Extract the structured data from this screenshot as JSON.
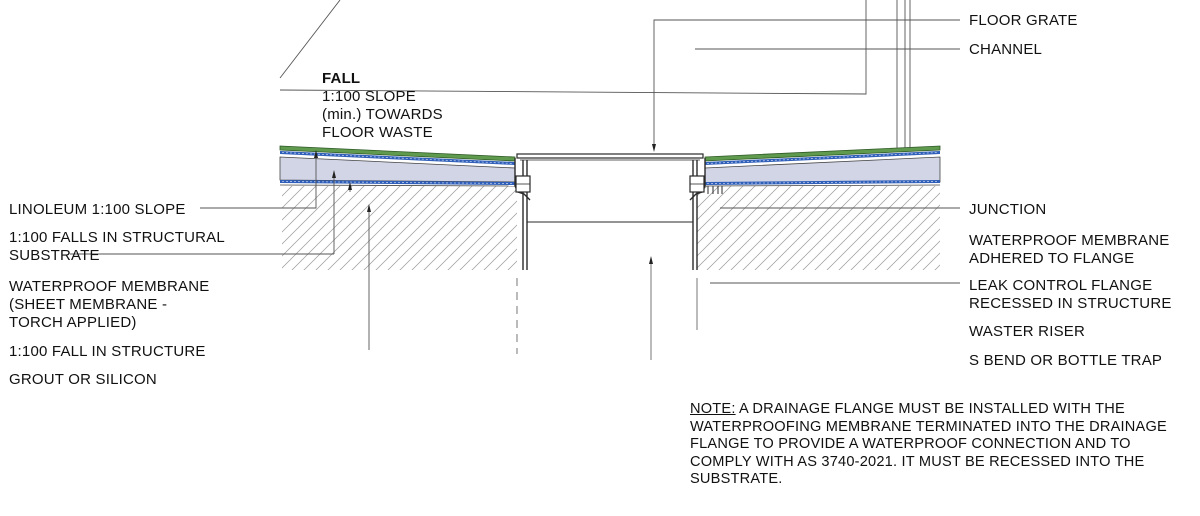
{
  "fall": {
    "title": "FALL",
    "lines": [
      "1:100 SLOPE",
      "(min.) TOWARDS",
      "FLOOR WASTE"
    ]
  },
  "labels_left": {
    "linoleum": "LINOLEUM 1:100 SLOPE",
    "falls_substrate": [
      "1:100 FALLS IN STRUCTURAL",
      "SUBSTRATE"
    ],
    "membrane": [
      "WATERPROOF MEMBRANE",
      "(SHEET MEMBRANE -",
      "TORCH APPLIED)"
    ],
    "fall_structure": "1:100 FALL IN STRUCTURE",
    "grout": "GROUT OR SILICON"
  },
  "labels_right": {
    "floor_grate": "FLOOR GRATE",
    "channel": "CHANNEL",
    "junction": "JUNCTION",
    "membrane_adhered": [
      "WATERPROOF MEMBRANE",
      "ADHERED TO FLANGE"
    ],
    "leak_flange": [
      "LEAK CONTROL FLANGE",
      "RECESSED IN STRUCTURE"
    ],
    "waster_riser": "WASTER RISER",
    "s_bend": "S BEND OR BOTTLE TRAP"
  },
  "note": {
    "prefix": "NOTE:",
    "text": " A DRAINAGE FLANGE MUST BE INSTALLED WITH THE WATERPROOFING MEMBRANE TERMINATED INTO THE DRAINAGE FLANGE TO PROVIDE A WATERPROOF CONNECTION AND TO COMPLY WITH AS 3740-2021. IT MUST BE RECESSED INTO THE SUBSTRATE."
  },
  "colors": {
    "linoleum": "#5f9a4e",
    "screed": "#d2d5e6",
    "membrane": "#2f5fb8",
    "steel": "#2a2a2a"
  }
}
